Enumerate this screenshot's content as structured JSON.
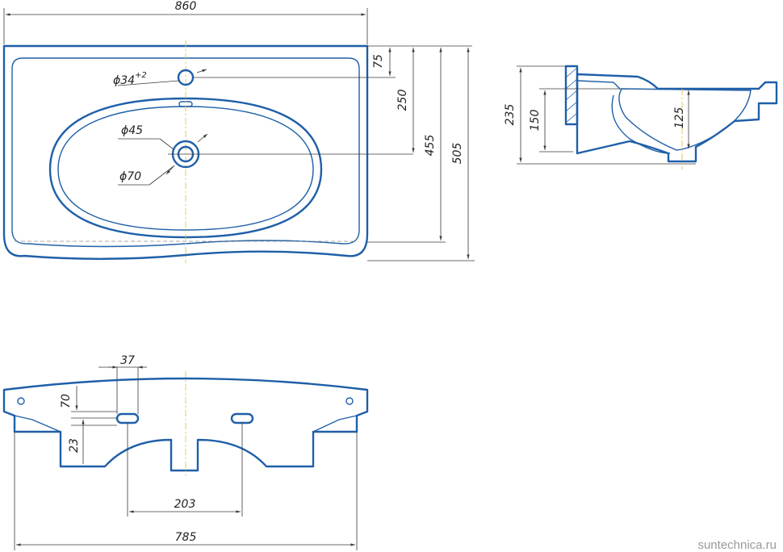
{
  "colors": {
    "outline": "#1f5fa8",
    "dimension": "#3a3a3a",
    "axis": "#e6c04a",
    "watermark": "#9a9a9a"
  },
  "top_view": {
    "width": "860",
    "tap_hole_label": "ϕ34",
    "tap_hole_tolerance": "+2",
    "drain_label": "ϕ45",
    "drain_outer_label": "ϕ70",
    "dim_75": "75",
    "dim_250": "250",
    "dim_455": "455",
    "dim_505": "505"
  },
  "side_view": {
    "dim_235": "235",
    "dim_150": "150",
    "dim_125": "125"
  },
  "back_view": {
    "dim_37": "37",
    "dim_70": "70",
    "dim_23": "23",
    "dim_203": "203",
    "dim_785": "785"
  },
  "watermark": "suntechnica.ru"
}
